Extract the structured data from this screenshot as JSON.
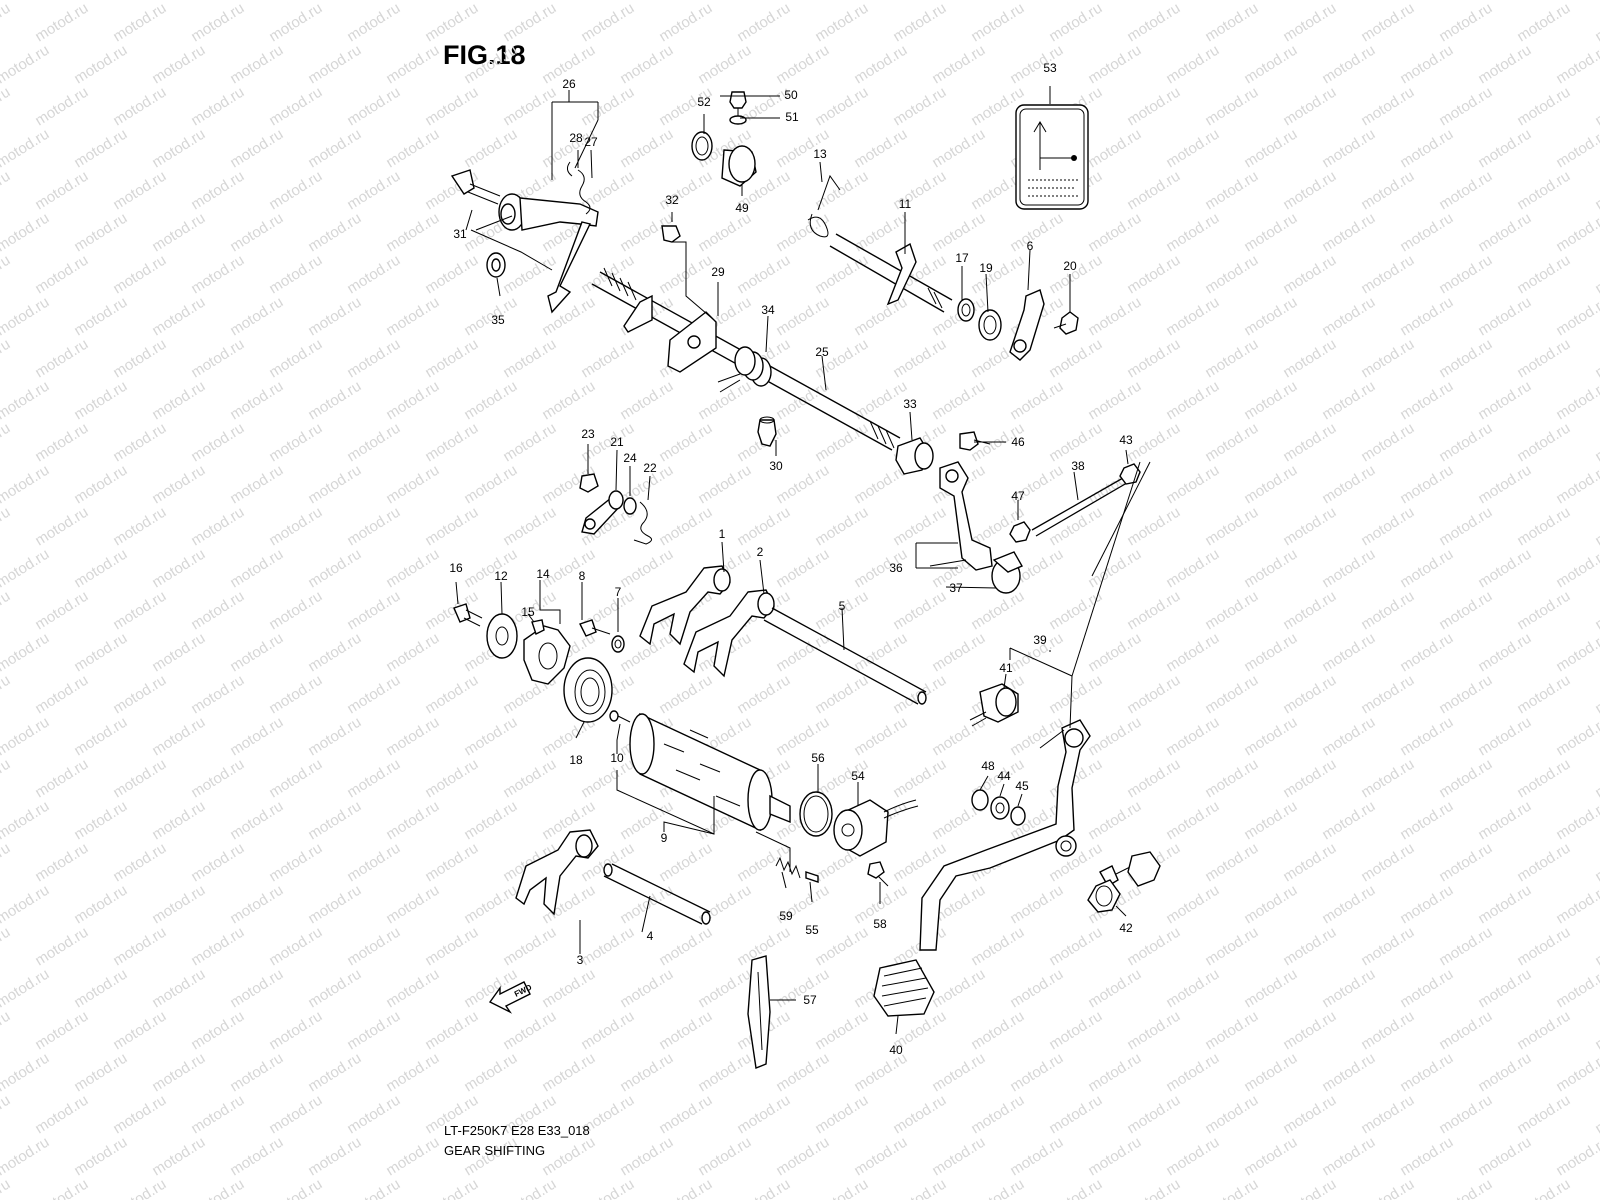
{
  "figure": {
    "title": "FIG.18",
    "code": "LT-F250K7 E28 E33_018",
    "name": "GEAR SHIFTING",
    "watermark": "motod.ru",
    "fwd_label": "FWD"
  },
  "callouts": [
    {
      "id": "26",
      "label": "26"
    },
    {
      "id": "28",
      "label": "28"
    },
    {
      "id": "27",
      "label": "27"
    },
    {
      "id": "31",
      "label": "31"
    },
    {
      "id": "35",
      "label": "35"
    },
    {
      "id": "52",
      "label": "52"
    },
    {
      "id": "50",
      "label": "50"
    },
    {
      "id": "51",
      "label": "51"
    },
    {
      "id": "49",
      "label": "49"
    },
    {
      "id": "32",
      "label": "32"
    },
    {
      "id": "29",
      "label": "29"
    },
    {
      "id": "13",
      "label": "13"
    },
    {
      "id": "11",
      "label": "11"
    },
    {
      "id": "53",
      "label": "53"
    },
    {
      "id": "17",
      "label": "17"
    },
    {
      "id": "19",
      "label": "19"
    },
    {
      "id": "6",
      "label": "6"
    },
    {
      "id": "20",
      "label": "20"
    },
    {
      "id": "34",
      "label": "34"
    },
    {
      "id": "25",
      "label": "25"
    },
    {
      "id": "33",
      "label": "33"
    },
    {
      "id": "46",
      "label": "46"
    },
    {
      "id": "43",
      "label": "43"
    },
    {
      "id": "38",
      "label": "38"
    },
    {
      "id": "47",
      "label": "47"
    },
    {
      "id": "36",
      "label": "36"
    },
    {
      "id": "37",
      "label": "37"
    },
    {
      "id": "23",
      "label": "23"
    },
    {
      "id": "21",
      "label": "21"
    },
    {
      "id": "24",
      "label": "24"
    },
    {
      "id": "22",
      "label": "22"
    },
    {
      "id": "30",
      "label": "30"
    },
    {
      "id": "16",
      "label": "16"
    },
    {
      "id": "12",
      "label": "12"
    },
    {
      "id": "14",
      "label": "14"
    },
    {
      "id": "15",
      "label": "15"
    },
    {
      "id": "8",
      "label": "8"
    },
    {
      "id": "7",
      "label": "7"
    },
    {
      "id": "1",
      "label": "1"
    },
    {
      "id": "2",
      "label": "2"
    },
    {
      "id": "5",
      "label": "5"
    },
    {
      "id": "39",
      "label": "39"
    },
    {
      "id": "41",
      "label": "41"
    },
    {
      "id": "18",
      "label": "18"
    },
    {
      "id": "10",
      "label": "10"
    },
    {
      "id": "9",
      "label": "9"
    },
    {
      "id": "56",
      "label": "56"
    },
    {
      "id": "54",
      "label": "54"
    },
    {
      "id": "48",
      "label": "48"
    },
    {
      "id": "44",
      "label": "44"
    },
    {
      "id": "45",
      "label": "45"
    },
    {
      "id": "3",
      "label": "3"
    },
    {
      "id": "4",
      "label": "4"
    },
    {
      "id": "59",
      "label": "59"
    },
    {
      "id": "55",
      "label": "55"
    },
    {
      "id": "58",
      "label": "58"
    },
    {
      "id": "42",
      "label": "42"
    },
    {
      "id": "57",
      "label": "57"
    },
    {
      "id": "40",
      "label": "40"
    }
  ]
}
